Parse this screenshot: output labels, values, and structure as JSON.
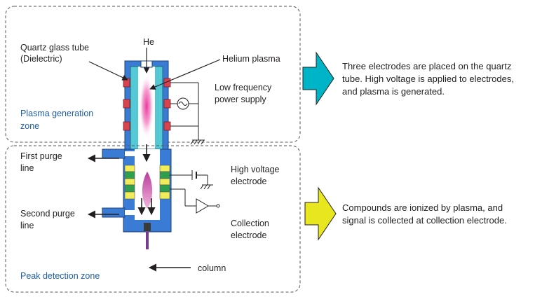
{
  "plasma_zone": {
    "title_lines": [
      "Plasma generation",
      "zone"
    ],
    "gas_label": "He",
    "tube_label_lines": [
      "Quartz glass tube",
      "(Dielectric)"
    ],
    "plasma_label": "Helium plasma",
    "power_label_lines": [
      "Low frequency",
      "power supply"
    ]
  },
  "detection_zone": {
    "title": "Peak detection zone",
    "first_purge_lines": [
      "First purge",
      "line"
    ],
    "second_purge_lines": [
      "Second purge",
      "line"
    ],
    "hv_electrode_lines": [
      "High voltage",
      "electrode"
    ],
    "collection_electrode_lines": [
      "Collection",
      "electrode"
    ],
    "column_label": "column"
  },
  "descriptions": {
    "plasma": {
      "arrow_color": "#00b4c8",
      "lines": [
        "Three electrodes are placed on the quartz",
        "tube. High voltage is applied to electrodes,",
        "and plasma is generated."
      ]
    },
    "detection": {
      "arrow_color": "#e8e61e",
      "lines": [
        "Compounds are ionized by plasma, and",
        "signal is collected at collection electrode."
      ]
    }
  },
  "colors": {
    "zone_title": "#1f5fa3",
    "detector_body": "#3a7bd5",
    "quartz_tube": "#55c8d5",
    "plasma": "#e8399a",
    "electrode_red": "#d9434f",
    "electrode_yellow": "#f0ec5a",
    "electrode_green": "#2e9e4f"
  }
}
